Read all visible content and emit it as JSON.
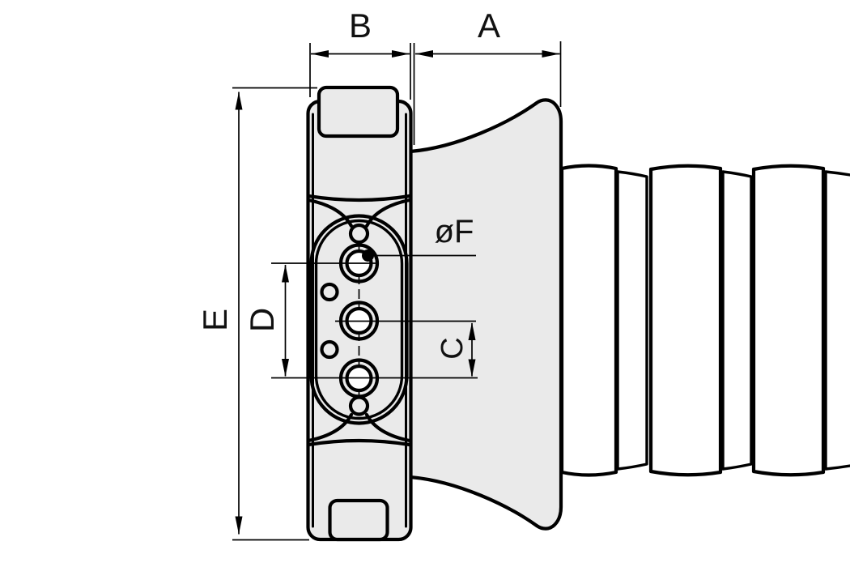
{
  "diagram": {
    "labels": {
      "dim_a": "A",
      "dim_b": "B",
      "dim_c": "C",
      "dim_d": "D",
      "dim_e": "E",
      "dim_f": "øF"
    },
    "colors": {
      "background": "#ffffff",
      "part_fill": "#eaeaea",
      "hose_fill": "#ffffff",
      "outline": "#000000",
      "dimension_line": "#000000"
    }
  }
}
